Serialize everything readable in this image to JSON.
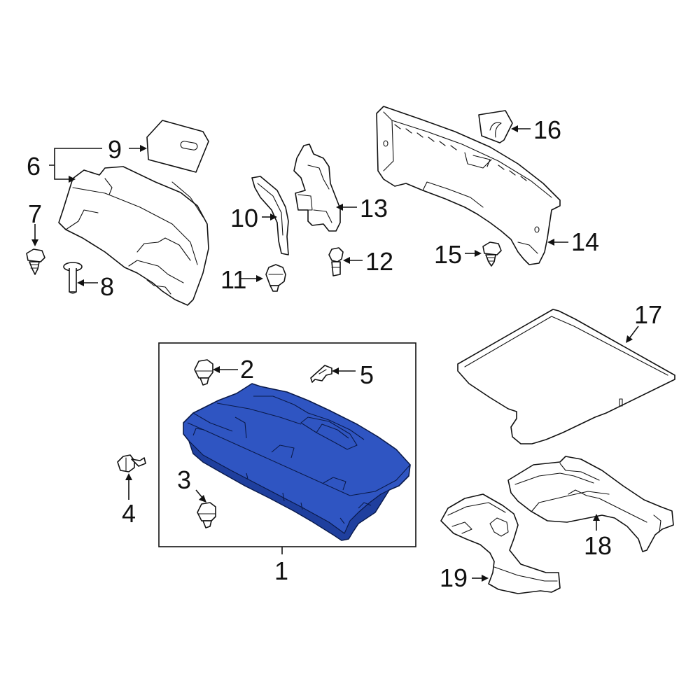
{
  "diagram": {
    "callouts": {
      "c1": "1",
      "c2": "2",
      "c3": "3",
      "c4": "4",
      "c5": "5",
      "c6": "6",
      "c7": "7",
      "c8": "8",
      "c9": "9",
      "c10": "10",
      "c11": "11",
      "c12": "12",
      "c13": "13",
      "c14": "14",
      "c15": "15",
      "c16": "16",
      "c17": "17",
      "c18": "18",
      "c19": "19"
    },
    "highlight_color": "#2f55c2"
  }
}
